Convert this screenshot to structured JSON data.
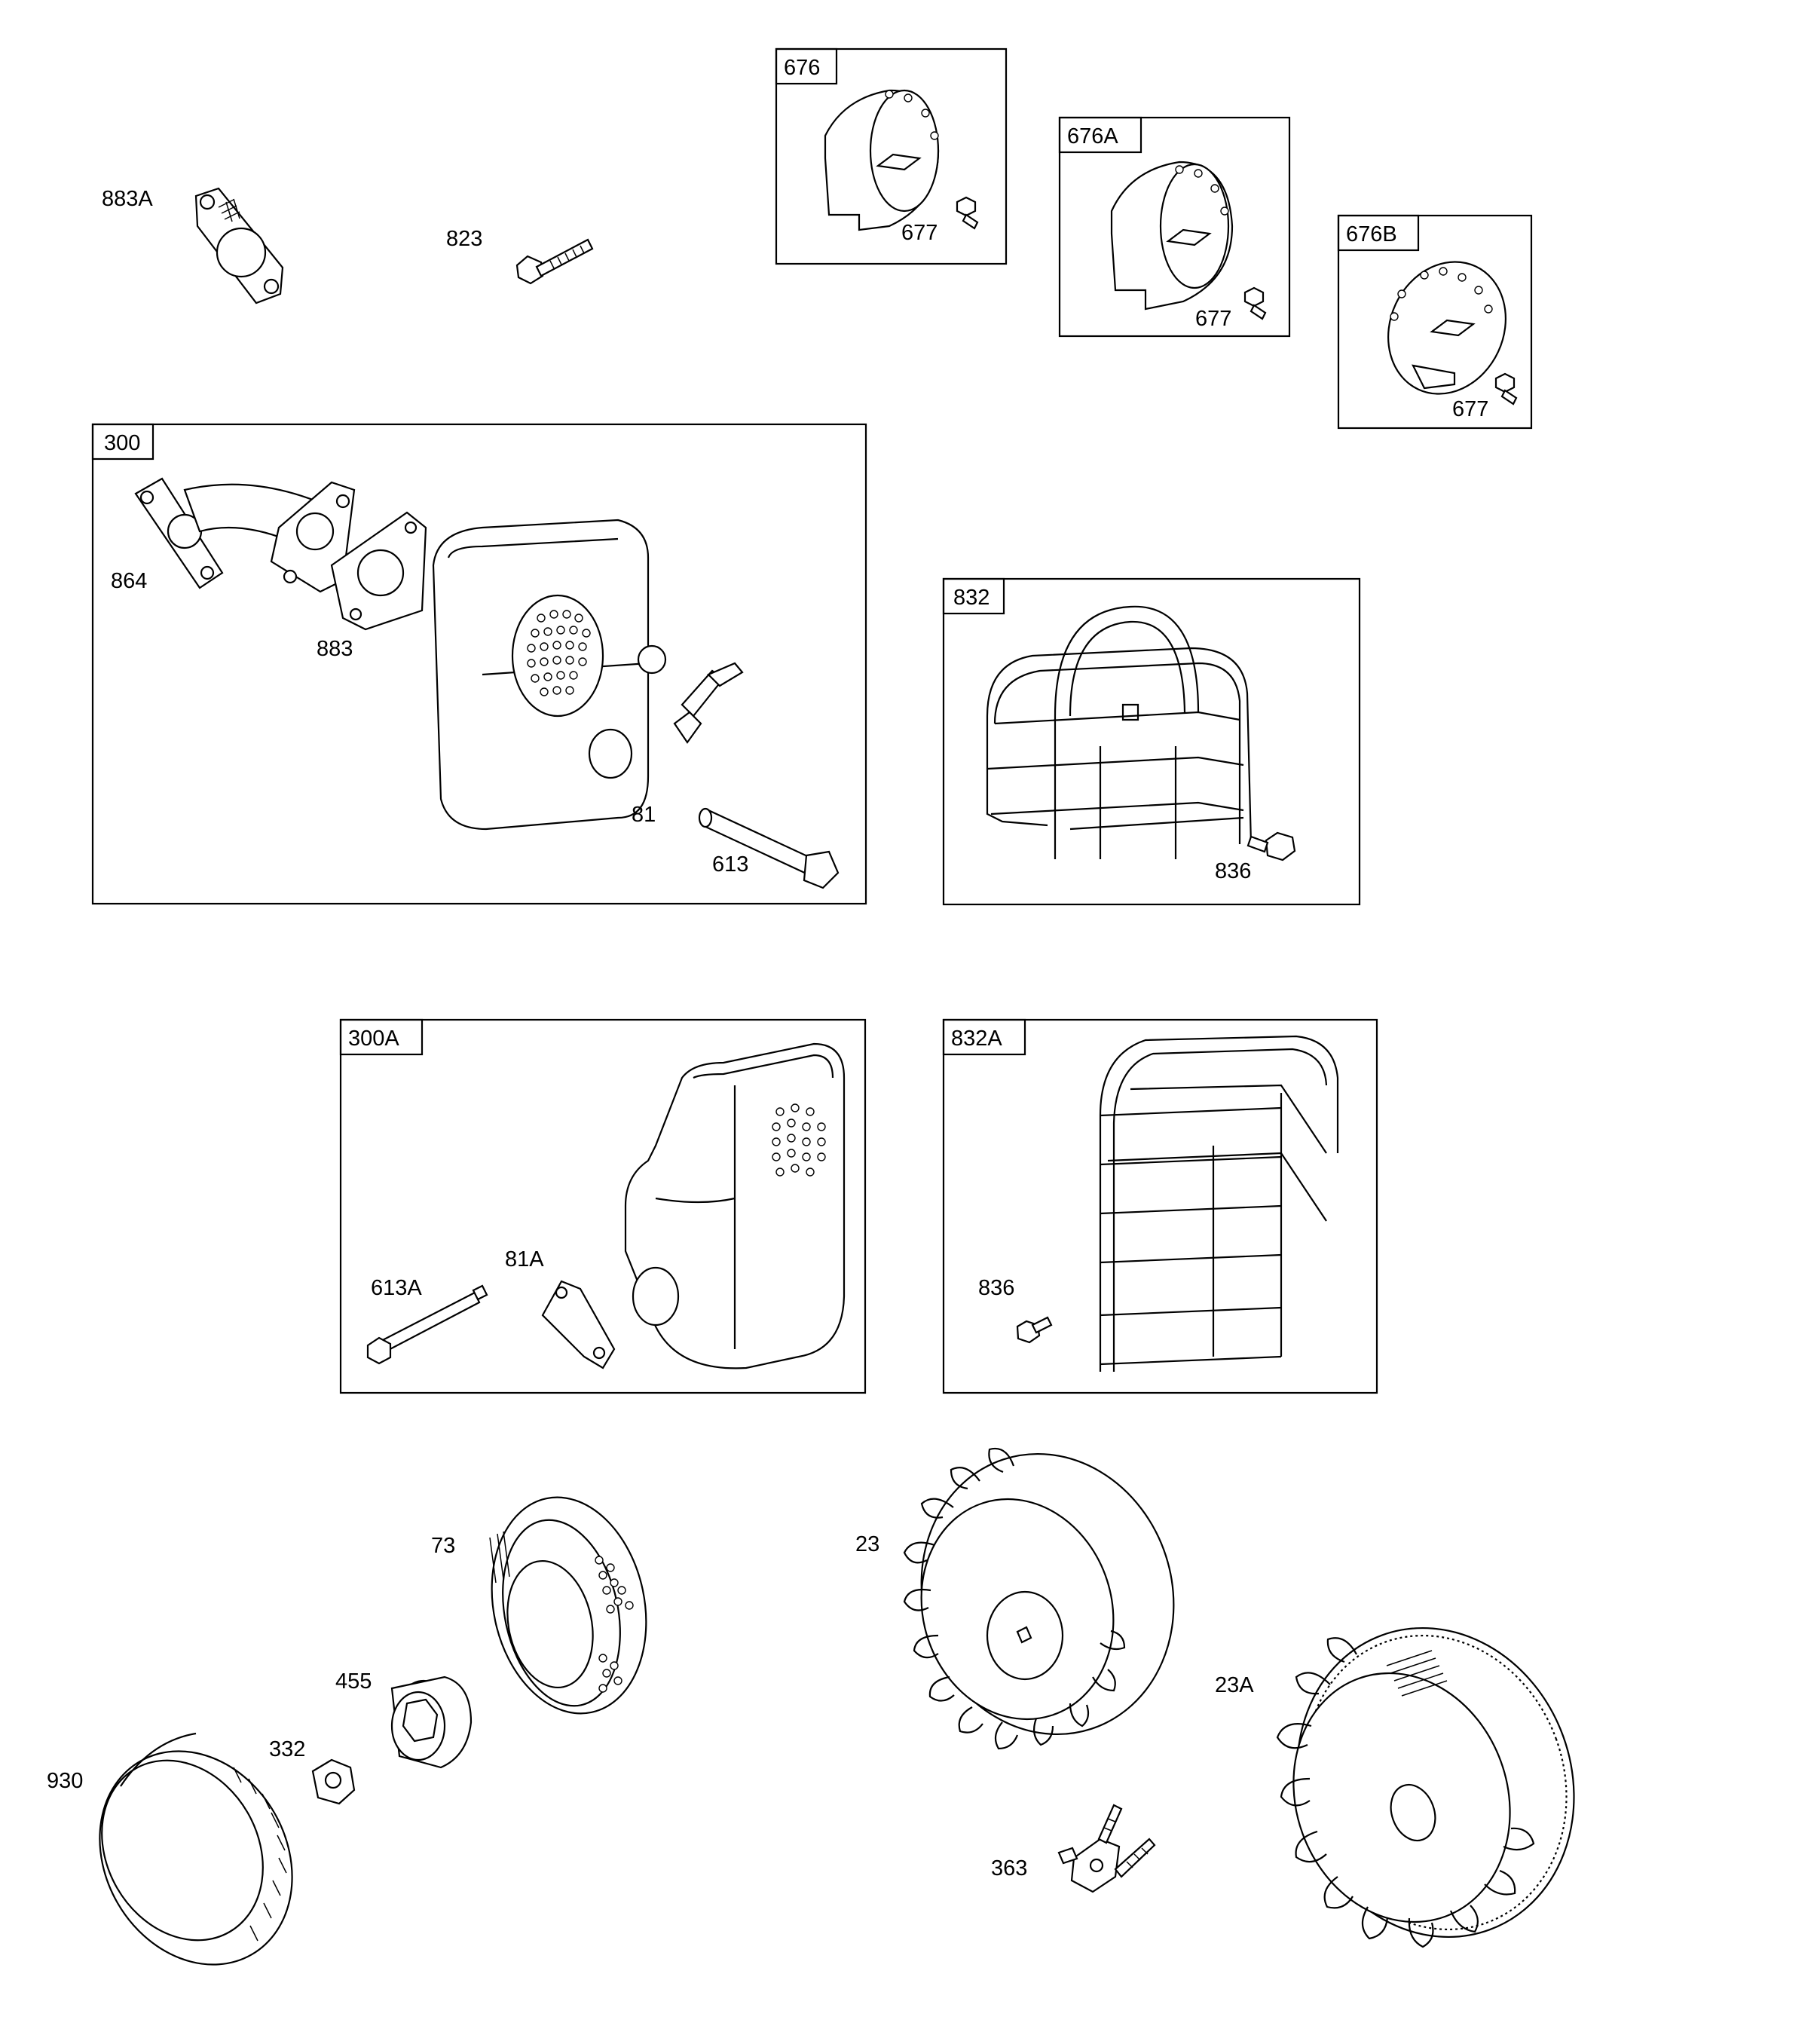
{
  "callouts": {
    "c883A": "883A",
    "c823": "823",
    "c676": "676",
    "c677_a": "677",
    "c676A": "676A",
    "c677_b": "677",
    "c676B": "676B",
    "c677_c": "677",
    "c300": "300",
    "c864": "864",
    "c883": "883",
    "c81": "81",
    "c613": "613",
    "c832": "832",
    "c836_a": "836",
    "c300A": "300A",
    "c613A": "613A",
    "c81A": "81A",
    "c832A": "832A",
    "c836_b": "836",
    "c73": "73",
    "c455": "455",
    "c332": "332",
    "c930": "930",
    "c23": "23",
    "c23A": "23A",
    "c363": "363"
  }
}
